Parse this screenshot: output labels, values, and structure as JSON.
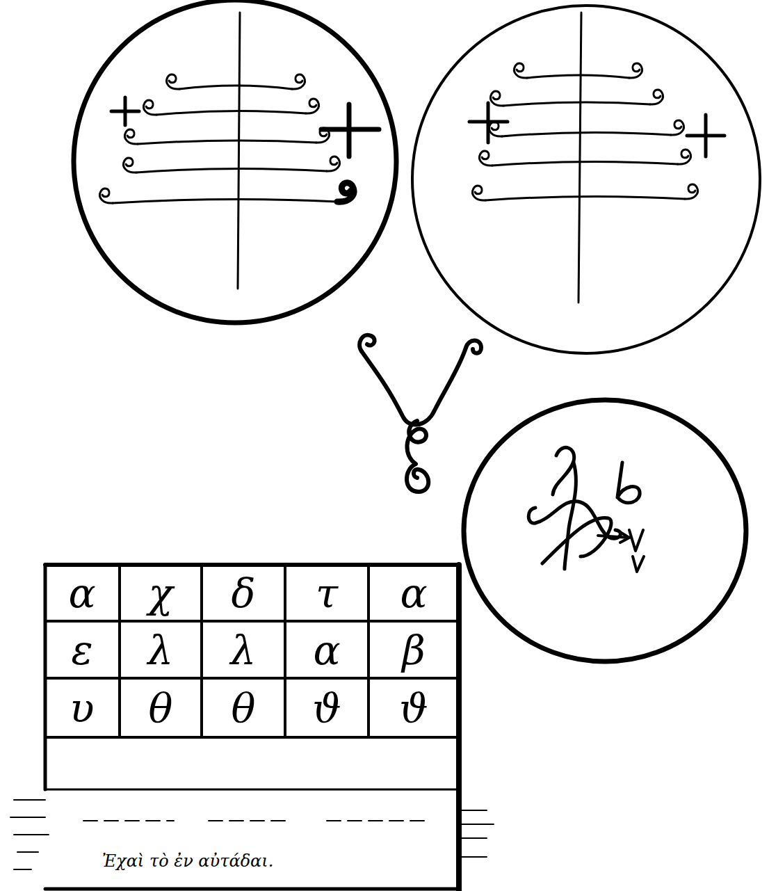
{
  "diagram": {
    "labels": [
      "α",
      "χ",
      "δ",
      "τ",
      "α",
      "ε",
      "λ",
      "λ",
      "α",
      "β",
      "υ",
      "θ",
      "θ",
      "ϑ",
      "ϑ",
      "Ἐχαὶ τὸ ἐν αὐτάδαι."
    ]
  }
}
